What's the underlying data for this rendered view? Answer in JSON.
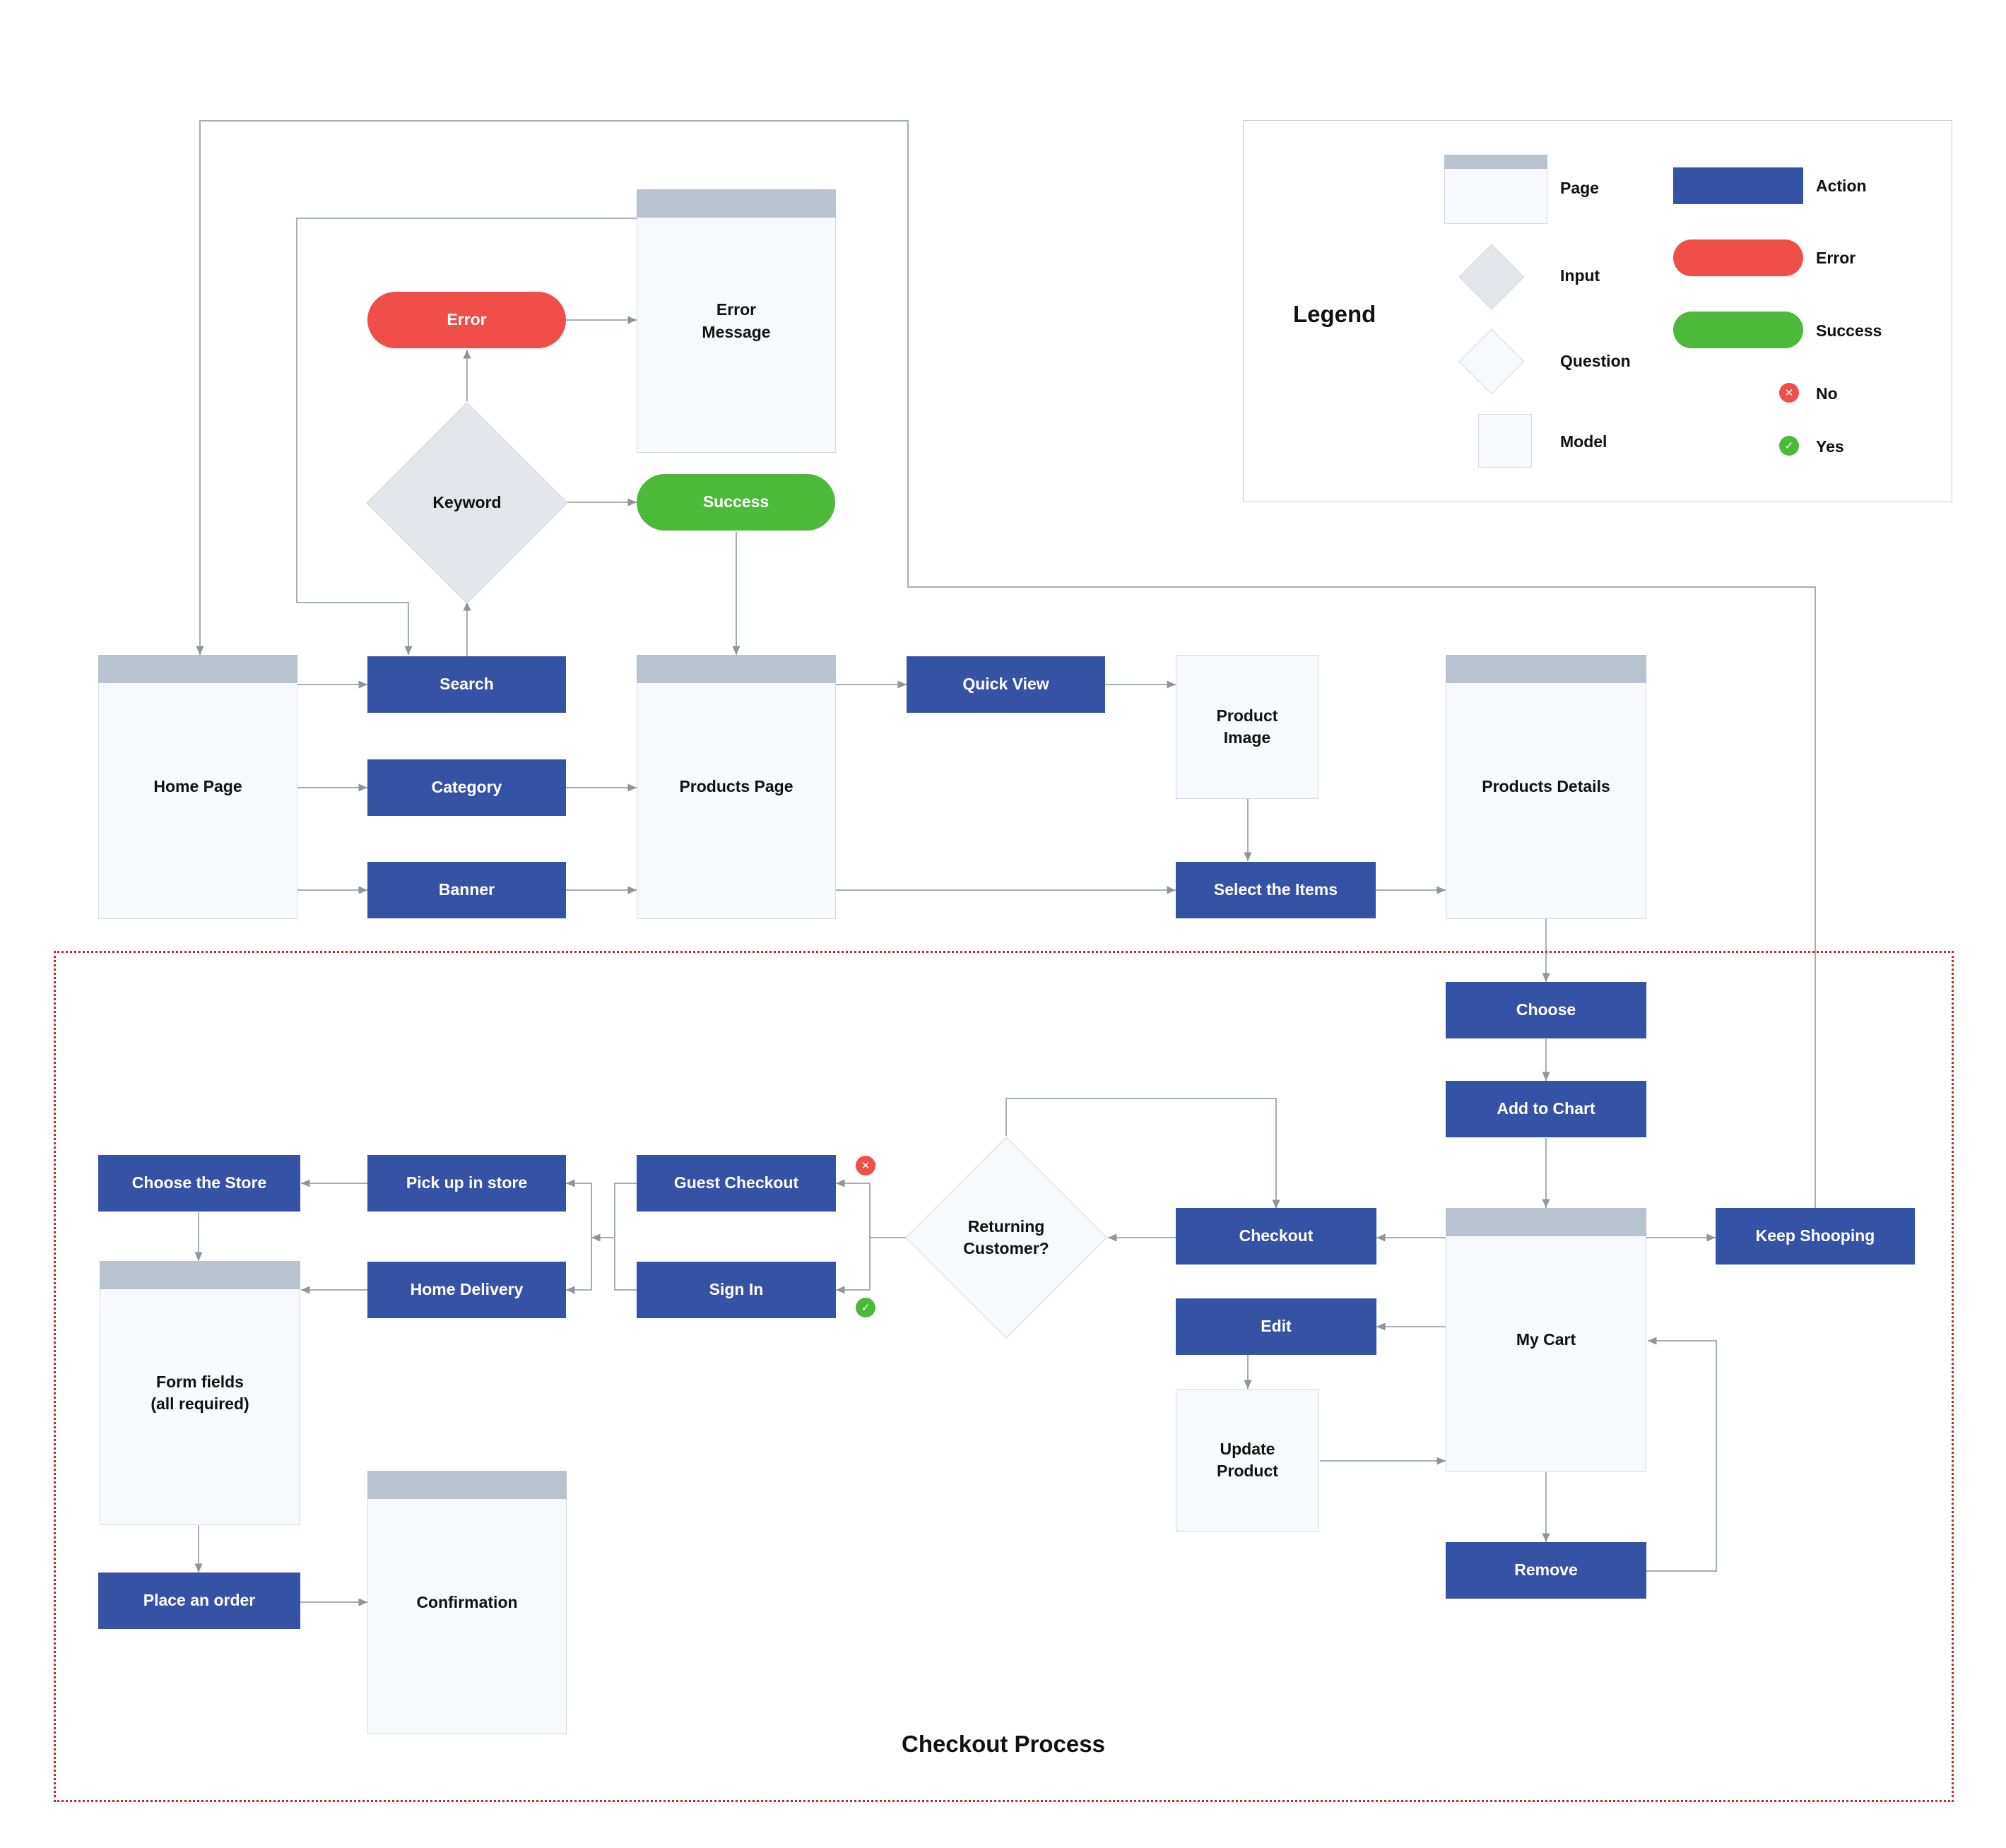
{
  "nodes": {
    "search": "Search",
    "category": "Category",
    "banner": "Banner",
    "home_page": "Home Page",
    "products_page": "Products Page",
    "error_pill": "Error",
    "success_pill": "Success",
    "error_message": "Error\nMessage",
    "keyword": "Keyword",
    "quick_view": "Quick View",
    "product_image": "Product\nImage",
    "select_items": "Select the Items",
    "products_details": "Products Details",
    "choose": "Choose",
    "add_to_chart": "Add to Chart",
    "my_cart": "My Cart",
    "keep_shopping": "Keep Shooping",
    "checkout": "Checkout",
    "edit": "Edit",
    "update_product": "Update\nProduct",
    "remove": "Remove",
    "returning_customer": "Returning\nCustomer?",
    "guest_checkout": "Guest Checkout",
    "sign_in": "Sign In",
    "pick_up": "Pick up in store",
    "home_delivery": "Home Delivery",
    "choose_store": "Choose the Store",
    "form_fields": "Form fields\n(all required)",
    "place_order": "Place an order",
    "confirmation": "Confirmation"
  },
  "legend": {
    "title": "Legend",
    "page": "Page",
    "input": "Input",
    "question": "Question",
    "model": "Model",
    "action": "Action",
    "error": "Error",
    "success": "Success",
    "no": "No",
    "yes": "Yes"
  },
  "region": {
    "title": "Checkout Process"
  },
  "icons": {
    "no": "close-icon",
    "yes": "check-icon"
  },
  "colors": {
    "action": "#3553a5",
    "error": "#f04e48",
    "success": "#4cb93b",
    "page_header": "#b9c3cf",
    "page_fill": "#f7f9fc",
    "input_fill": "#e3e7eb",
    "connector": "#a7adb4",
    "region_border": "#c8222c"
  }
}
